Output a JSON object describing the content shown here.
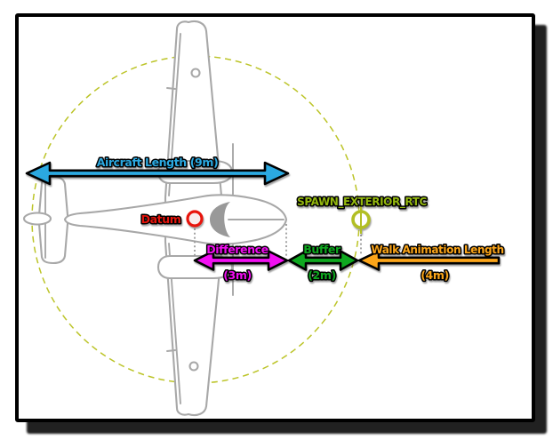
{
  "labels": {
    "aircraft_length": "Aircraft Length (9m)",
    "datum": "Datum",
    "spawn_point": "SPAWN_EXTERIOR_RTC",
    "difference": "Difference",
    "difference_value": "(3m)",
    "buffer": "Buffer",
    "buffer_value": "(2m)",
    "walk_animation": "Walk Animation Length",
    "walk_animation_value": "(4m)"
  },
  "colors": {
    "aircraft_length": "#2BA9E1",
    "datum": "#E8140C",
    "datum_fill": "#F8ECEC",
    "spawn_text": "#93B70E",
    "spawn_ring": "#B2BF25",
    "difference": "#F20FF2",
    "buffer": "#0EA81F",
    "walk": "#FCA519",
    "radius_circle": "#BCC428",
    "aircraft": "#A8A8A8",
    "canopy": "#999999",
    "connector": "#9B9B9B"
  }
}
